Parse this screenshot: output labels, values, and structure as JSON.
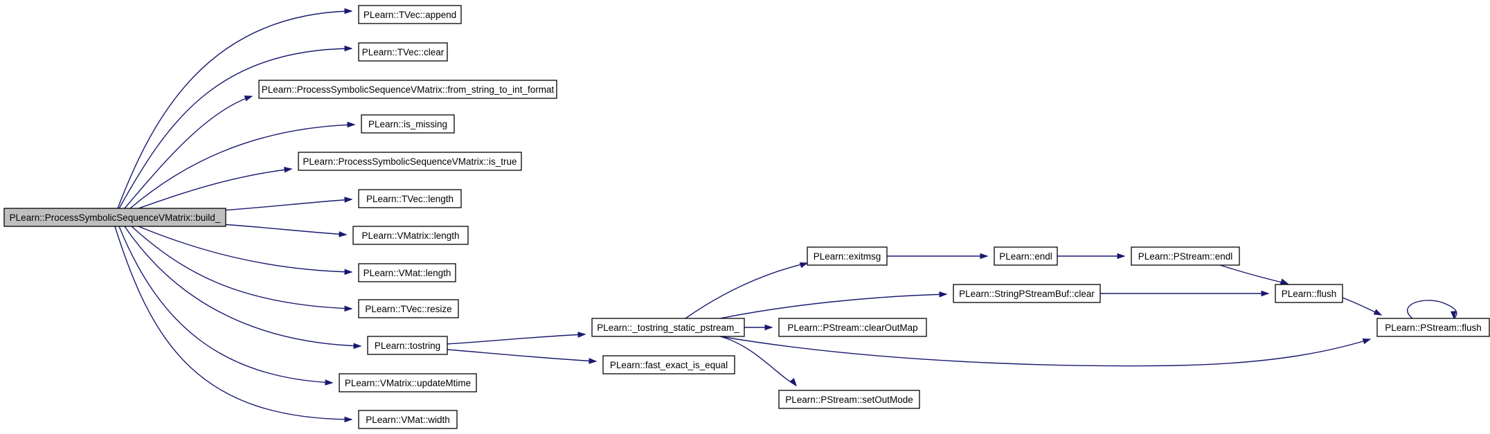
{
  "colors": {
    "edge": "#191970",
    "node_fill": "#ffffff",
    "node_root_fill": "#bfbfbf",
    "node_border": "#000000"
  },
  "nodes": {
    "build": "PLearn::ProcessSymbolicSequenceVMatrix::build_",
    "tvec_append": "PLearn::TVec::append",
    "tvec_clear": "PLearn::TVec::clear",
    "from_string": "PLearn::ProcessSymbolicSequenceVMatrix::from_string_to_int_format",
    "is_missing": "PLearn::is_missing",
    "is_true": "PLearn::ProcessSymbolicSequenceVMatrix::is_true",
    "tvec_length": "PLearn::TVec::length",
    "vmatrix_length": "PLearn::VMatrix::length",
    "vmat_length": "PLearn::VMat::length",
    "tvec_resize": "PLearn::TVec::resize",
    "tostring": "PLearn::tostring",
    "update_mtime": "PLearn::VMatrix::updateMtime",
    "vmat_width": "PLearn::VMat::width",
    "tostring_static": "PLearn::_tostring_static_pstream_",
    "fast_exact": "PLearn::fast_exact_is_equal",
    "exitmsg": "PLearn::exitmsg",
    "spsb_clear": "PLearn::StringPStreamBuf::clear",
    "clear_outmap": "PLearn::PStream::clearOutMap",
    "set_outmode": "PLearn::PStream::setOutMode",
    "endl": "PLearn::endl",
    "pstream_endl": "PLearn::PStream::endl",
    "flush": "PLearn::flush",
    "pstream_flush": "PLearn::PStream::flush"
  }
}
